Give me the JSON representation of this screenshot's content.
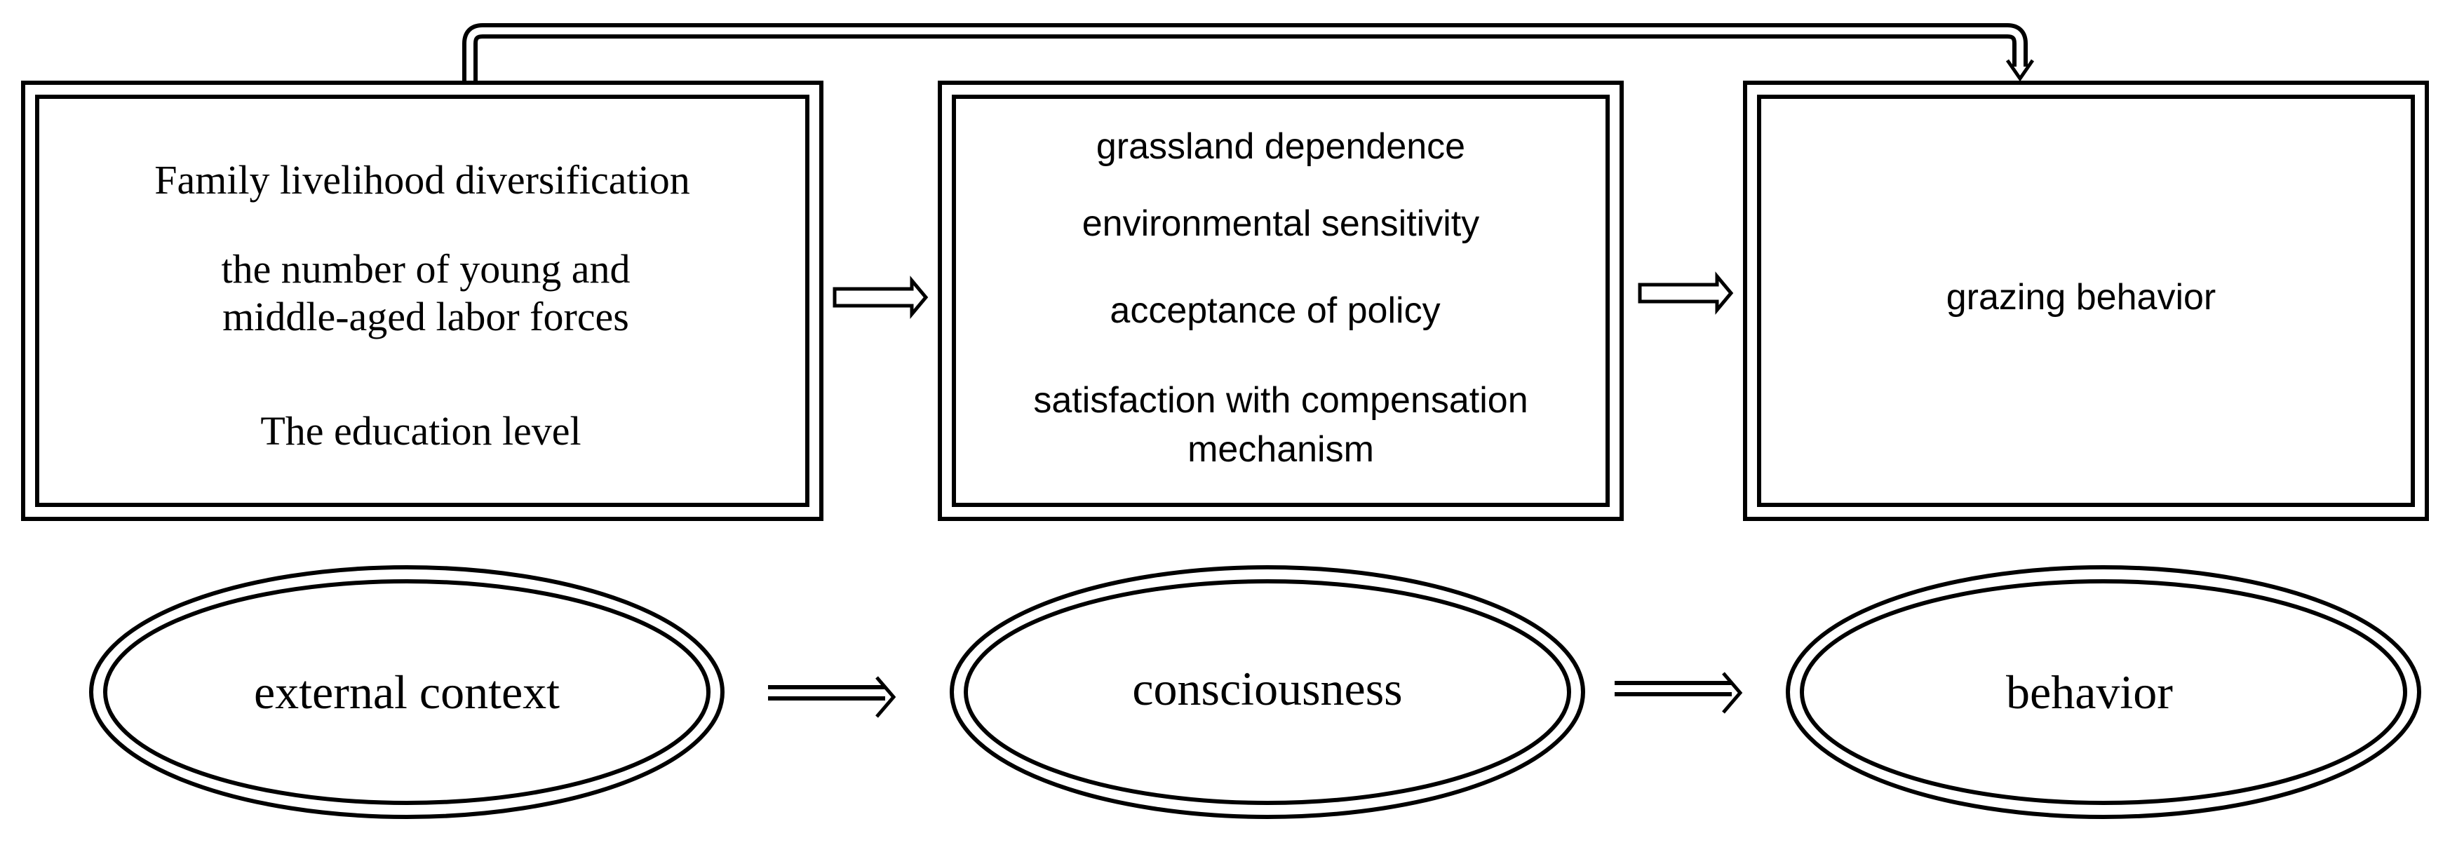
{
  "boxes": {
    "external": {
      "lines": [
        "Family livelihood diversification",
        "the number of young and",
        "middle-aged labor forces",
        "The education level"
      ]
    },
    "consciousness": {
      "lines": [
        "grassland dependence",
        "environmental sensitivity",
        "acceptance of policy",
        "satisfaction with compensation",
        "mechanism"
      ]
    },
    "behavior": {
      "lines": [
        "grazing behavior"
      ]
    }
  },
  "ellipses": {
    "external": "external context",
    "consciousness": "consciousness",
    "behavior": "behavior"
  },
  "colors": {
    "stroke": "#000000",
    "background": "#ffffff"
  }
}
